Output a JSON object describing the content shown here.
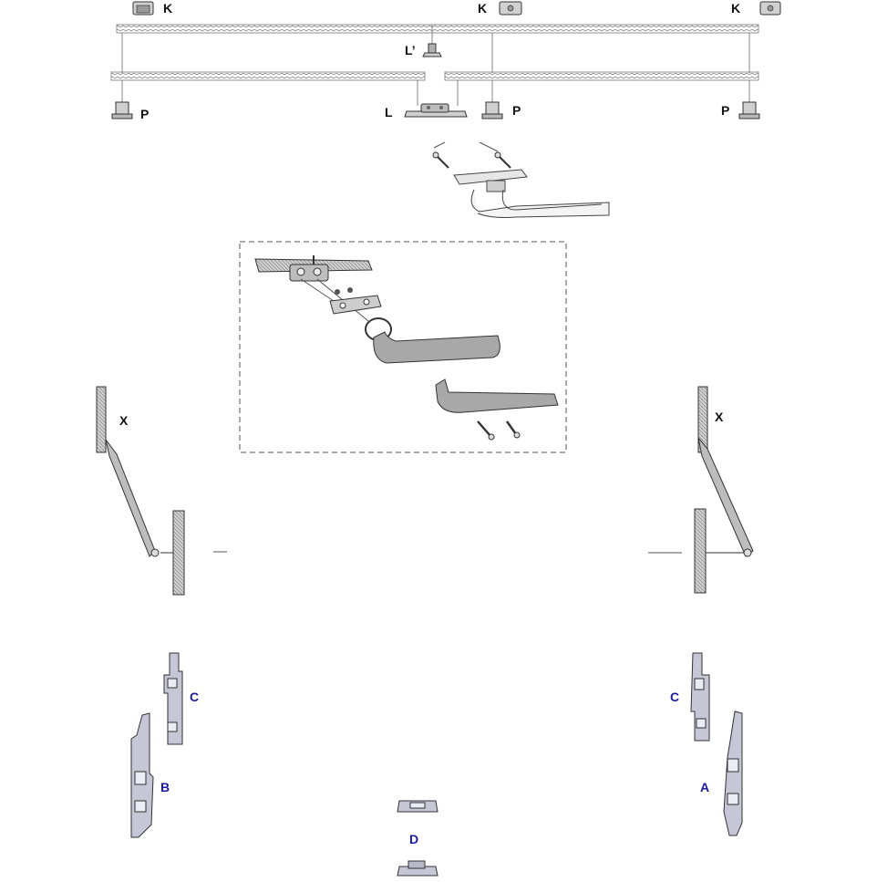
{
  "labels": {
    "k": "K",
    "l_prime": "L’",
    "l": "L",
    "p": "P",
    "x": "X",
    "c": "C",
    "b": "B",
    "a": "A",
    "d": "D"
  },
  "colors": {
    "line": "#555555",
    "part_fill": "#d4d4d4",
    "part_dark": "#9a9a9a",
    "lower_part_fill": "#c6c6d6",
    "label_blue": "#1a1aa8",
    "dashed_box": "#555555"
  },
  "icons": {
    "corner_drive": "corner-drive-icon",
    "center_keeper": "keeper-icon",
    "gearbox": "gearbox-icon",
    "handle": "handle-icon",
    "screw": "screw-icon",
    "stay_arm": "stay-arm-icon",
    "hinge": "hinge-icon"
  }
}
